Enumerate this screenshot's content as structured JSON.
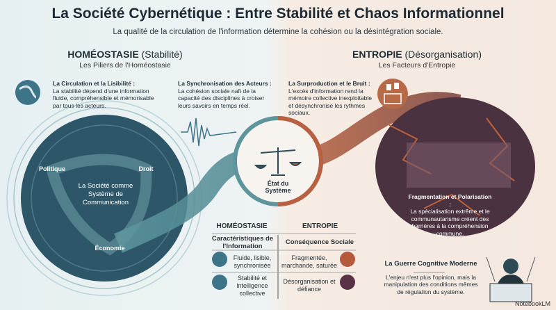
{
  "title": "La Société Cybernétique : Entre Stabilité et Chaos Informationnel",
  "subtitle": "La qualité de la circulation de l'information détermine la cohésion ou la désintégration sociale.",
  "left": {
    "heading_bold": "HOMÉOSTASIE",
    "heading_rest": " (Stabilité)",
    "subheading": "Les Piliers de l'Homéostasie",
    "circulation": {
      "title": "La Circulation et la Lisibilité :",
      "text": "La stabilité dépend d'une information fluide, compréhensible et mémorisable par tous les acteurs.",
      "icon": "winding-road-icon"
    },
    "synchronisation": {
      "title": "La Synchronisation des Acteurs :",
      "text": "La cohésion sociale naît de la capacité des disciplines à croiser leurs savoirs en temps réel.",
      "icon": "waveform-icon"
    },
    "society": {
      "center": "La Société comme Système de Communication",
      "nodes": [
        "Politique",
        "Droit",
        "Économie"
      ]
    }
  },
  "center": {
    "label": "État du Système",
    "icon": "balance-scale-icon"
  },
  "table": {
    "headers": [
      "HOMÉOSTASIE",
      "ENTROPIE"
    ],
    "subheaders": [
      "Caractéristiques de l'Information",
      "Conséquence Sociale"
    ],
    "rows": [
      [
        "Fluide, lisible, synchronisée",
        "Fragmentée, marchande, saturée"
      ],
      [
        "Stabilité et intelligence collective",
        "Désorganisation et défiance"
      ]
    ]
  },
  "right": {
    "heading_bold": "ENTROPIE",
    "heading_rest": " (Désorganisation)",
    "subheading": "Les Facteurs d'Entropie",
    "surproduction": {
      "title": "La Surproduction et le Bruit :",
      "text": "L'excès d'information rend la mémoire collective inexploitable et désynchronise les rythmes sociaux.",
      "icon": "overflowing-box-icon"
    },
    "fragmentation": {
      "title": "Fragmentation et Polarisation :",
      "text": "La spécialisation extrême et le communautarisme créent des barrières à la compréhension commune."
    },
    "guerre": {
      "title": "La Guerre Cognitive Moderne",
      "text": "L'enjeu n'est plus l'opinion, mais la manipulation des conditions mêmes de régulation du système.",
      "icon": "puppet-master-icon"
    }
  },
  "watermark": "NotebookLM",
  "colors": {
    "teal": "#2d5668",
    "orange": "#c0623a",
    "plum": "#4a3240"
  }
}
